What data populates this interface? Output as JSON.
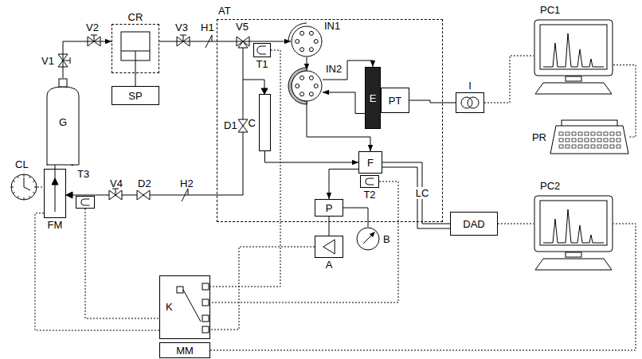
{
  "diagram": {
    "nodes": [
      {
        "text": [
          "AT"
        ]
      },
      {
        "text": [
          "CR"
        ]
      },
      {
        "text": [
          "SP"
        ]
      },
      {
        "text": [
          "G"
        ]
      },
      {
        "text": [
          "T1"
        ],
        "in": 0
      },
      {
        "text": [
          "IN1"
        ],
        "in": 0
      },
      {
        "text": [
          "IN2"
        ],
        "in": 0
      },
      {
        "text": [
          "C"
        ],
        "in": 0
      },
      {
        "text": [
          "E"
        ],
        "in": 0
      },
      {
        "text": [
          "PT"
        ],
        "in": 0
      },
      {
        "text": [
          "F"
        ],
        "in": 0
      },
      {
        "text": [
          "T2"
        ],
        "in": 0
      },
      {
        "text": [
          "P"
        ],
        "in": 0
      },
      {
        "text": [
          "I"
        ]
      },
      {
        "text": [
          "A"
        ]
      },
      {
        "text": [
          "B"
        ]
      },
      {
        "text": [
          "DAD"
        ]
      },
      {
        "text": [
          "K"
        ]
      },
      {
        "text": [
          "MM"
        ]
      },
      {
        "text": [
          "FM"
        ]
      },
      {
        "text": [
          "T3"
        ]
      },
      {
        "text": [
          "CL"
        ]
      },
      {
        "text": [
          "PC1"
        ]
      },
      {
        "text": [
          "PR"
        ]
      },
      {
        "text": [
          "PC2"
        ]
      }
    ],
    "edges": [
      {
        "from": 3,
        "to": 1,
        "arrow": "to"
      },
      {
        "from": 1,
        "to": 5,
        "arrow": "to"
      },
      {
        "from": 1,
        "to": 2,
        "arrow": "none"
      },
      {
        "from": 5,
        "to": 6,
        "arrow": "to"
      },
      {
        "from": 6,
        "to": 8,
        "arrow": "to"
      },
      {
        "from": 8,
        "to": 6,
        "arrow": "to"
      },
      {
        "from": 6,
        "to": 10,
        "arrow": "to"
      },
      {
        "from": 7,
        "to": 10,
        "arrow": "to"
      },
      {
        "from": 10,
        "to": 16,
        "label": "LC",
        "arrow": "none"
      },
      {
        "from": 10,
        "to": 12,
        "arrow": "to"
      },
      {
        "from": 12,
        "to": 14,
        "arrow": "none"
      },
      {
        "from": 12,
        "to": 15,
        "arrow": "none"
      },
      {
        "from": 9,
        "to": 13,
        "arrow": "none"
      },
      {
        "from": 13,
        "to": 22,
        "arrow": "none"
      },
      {
        "from": 16,
        "to": 24,
        "arrow": "none"
      },
      {
        "from": 22,
        "to": 23,
        "arrow": "none"
      },
      {
        "from": 18,
        "to": 24,
        "arrow": "none"
      },
      {
        "from": 14,
        "to": 17,
        "arrow": "none"
      },
      {
        "from": 11,
        "to": 17,
        "arrow": "none"
      },
      {
        "from": 4,
        "to": 17,
        "arrow": "none"
      },
      {
        "from": 20,
        "to": 17,
        "arrow": "none"
      },
      {
        "from": 19,
        "to": 17,
        "arrow": "none"
      },
      {
        "from": 21,
        "to": 19,
        "arrow": "none"
      }
    ],
    "labels": [
      "V1",
      "V2",
      "V3",
      "H1",
      "V5",
      "D1",
      "V4",
      "D2",
      "H2"
    ]
  }
}
